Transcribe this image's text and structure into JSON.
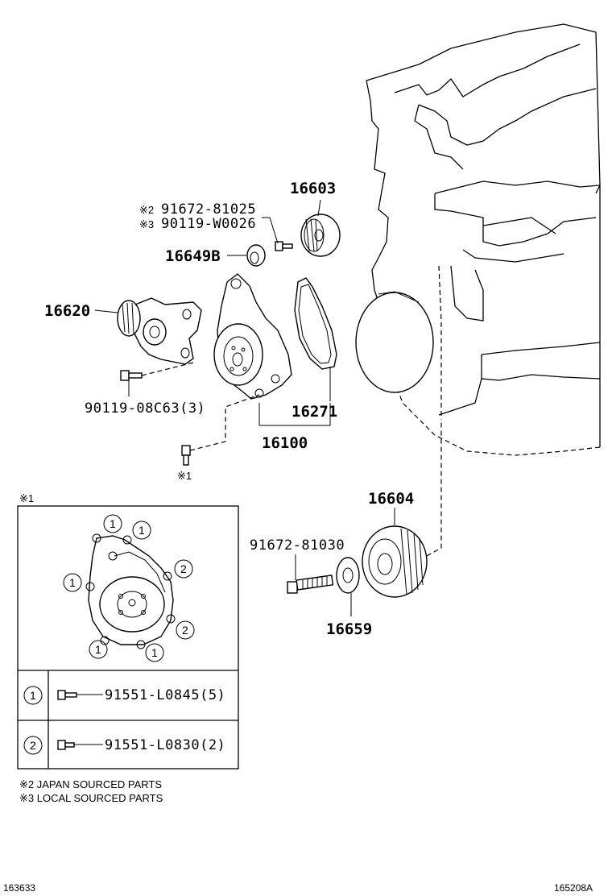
{
  "callouts": {
    "p16603": "16603",
    "p91672_81025_mark": "※2",
    "p91672_81025": "91672-81025",
    "p90119_W0026_mark": "※3",
    "p90119_W0026": "90119-W0026",
    "p16649B": "16649B",
    "p16620": "16620",
    "p90119_08C63": "90119-08C63(3)",
    "p16271": "16271",
    "p16100": "16100",
    "x1_mark": "※1",
    "p16604": "16604",
    "p91672_81030": "91672-81030",
    "p16659": "16659"
  },
  "inset": {
    "title": "※1",
    "circle_labels": [
      "1",
      "1",
      "1",
      "2",
      "1",
      "2",
      "1",
      "1"
    ],
    "rows": [
      {
        "index": "1",
        "part": "91551-L0845(5)"
      },
      {
        "index": "2",
        "part": "91551-L0830(2)"
      }
    ]
  },
  "notes": [
    "※2 JAPAN SOURCED PARTS",
    "※3 LOCAL SOURCED PARTS"
  ],
  "footer": {
    "left_code": "163633",
    "right_code": "165208A"
  }
}
